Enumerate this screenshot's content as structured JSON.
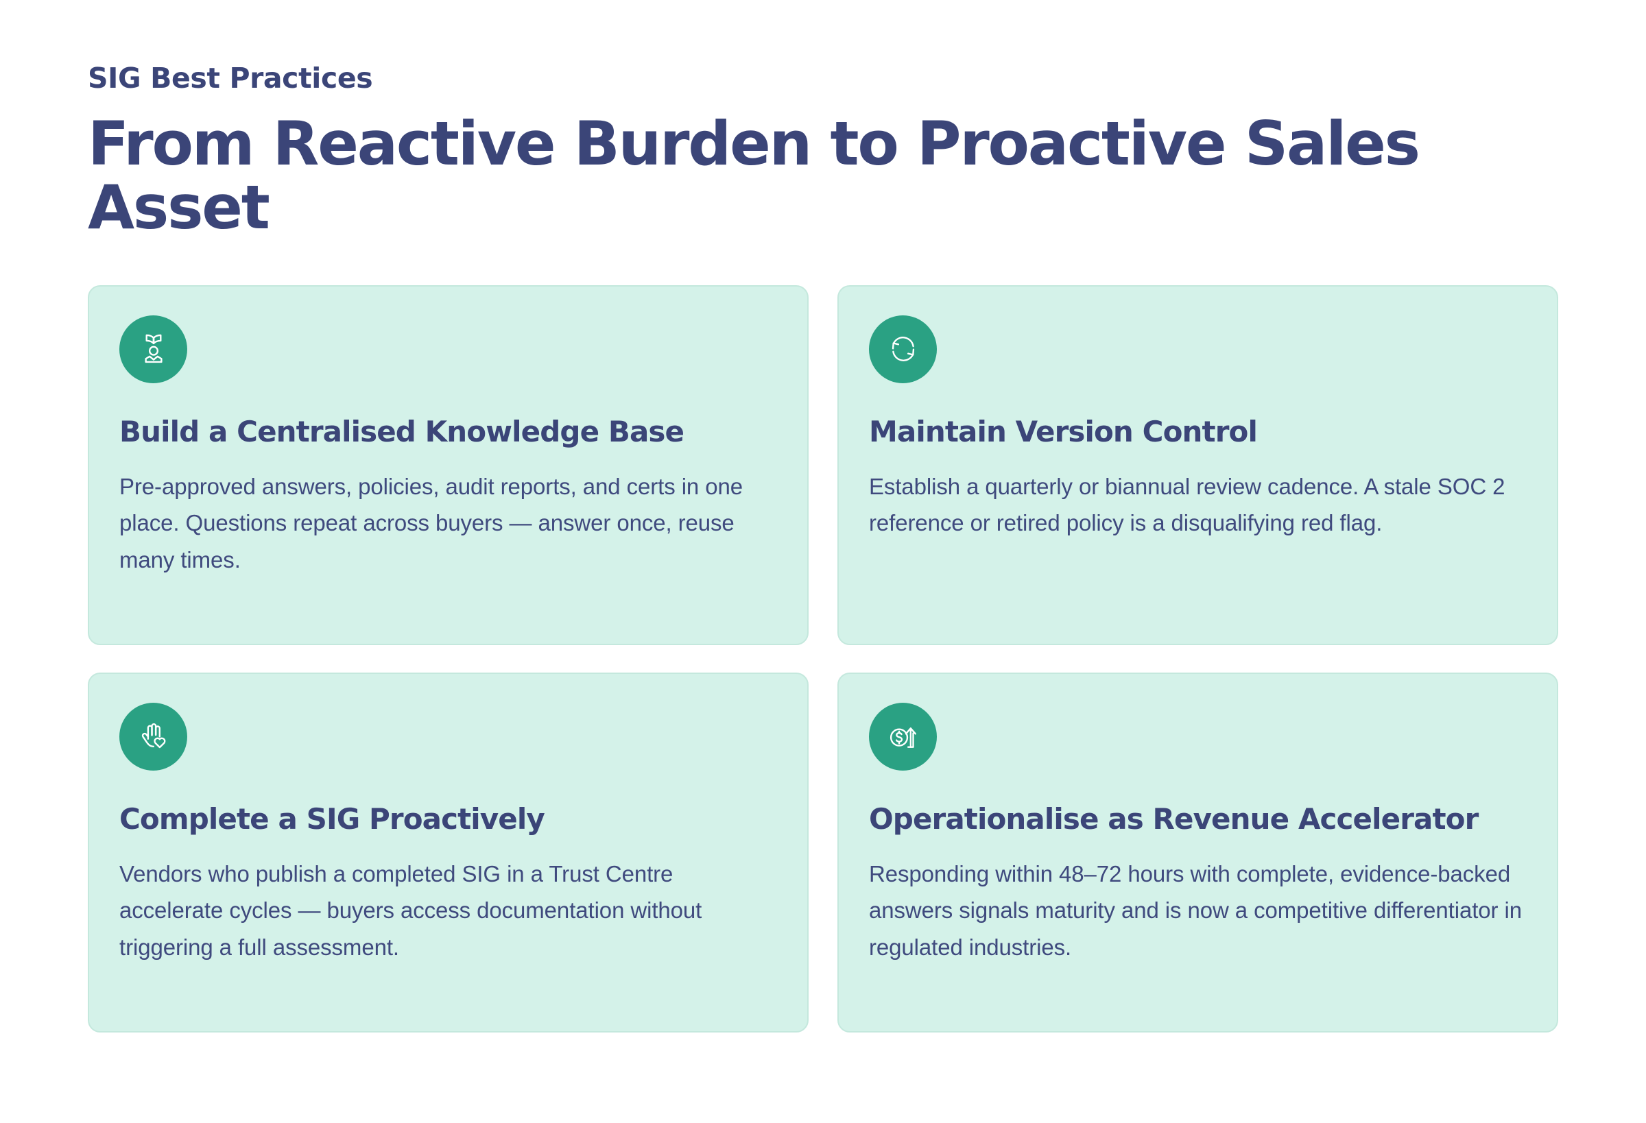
{
  "header": {
    "eyebrow": "SIG Best Practices",
    "headline": "From Reactive Burden to Proactive Sales Asset"
  },
  "theme": {
    "navy": "#3b4578",
    "green": "#2aa183",
    "card_background": "#d4f2e9",
    "card_border": "#c4e8dd",
    "page_background": "#ffffff",
    "icon_color": "#ffffff"
  },
  "cards": [
    {
      "icon": "book-person-icon",
      "title": "Build a Centralised Knowledge Base",
      "body": "Pre-approved answers, policies, audit reports, and certs in one place. Questions repeat across buyers — answer once, reuse many times."
    },
    {
      "icon": "refresh-cycle-icon",
      "title": "Maintain Version Control",
      "body": "Establish a quarterly or biannual review cadence. A stale SOC 2 reference or retired policy is a disqualifying red flag."
    },
    {
      "icon": "hand-heart-icon",
      "title": "Complete a SIG Proactively",
      "body": "Vendors who publish a completed SIG in a Trust Centre accelerate cycles — buyers access documentation without triggering a full assessment."
    },
    {
      "icon": "dollar-growth-arrow-icon",
      "title": "Operationalise as Revenue Accelerator",
      "body": "Responding within 48–72 hours with complete, evidence-backed answers signals maturity and is now a competitive differentiator in regulated industries."
    }
  ]
}
